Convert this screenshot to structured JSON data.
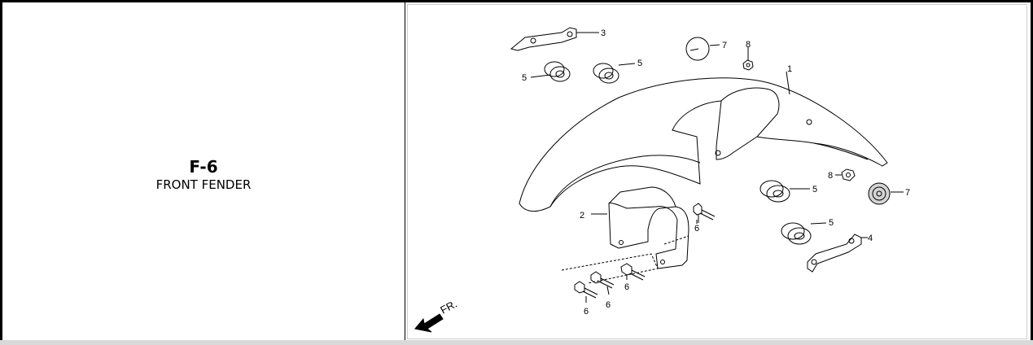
{
  "section": {
    "code": "F-6",
    "name": "FRONT FENDER"
  },
  "diagram": {
    "direction_label": "FR.",
    "callouts": [
      "1",
      "2",
      "3",
      "4",
      "5",
      "5",
      "5",
      "5",
      "6",
      "6",
      "6",
      "6",
      "7",
      "7",
      "8",
      "8"
    ]
  }
}
